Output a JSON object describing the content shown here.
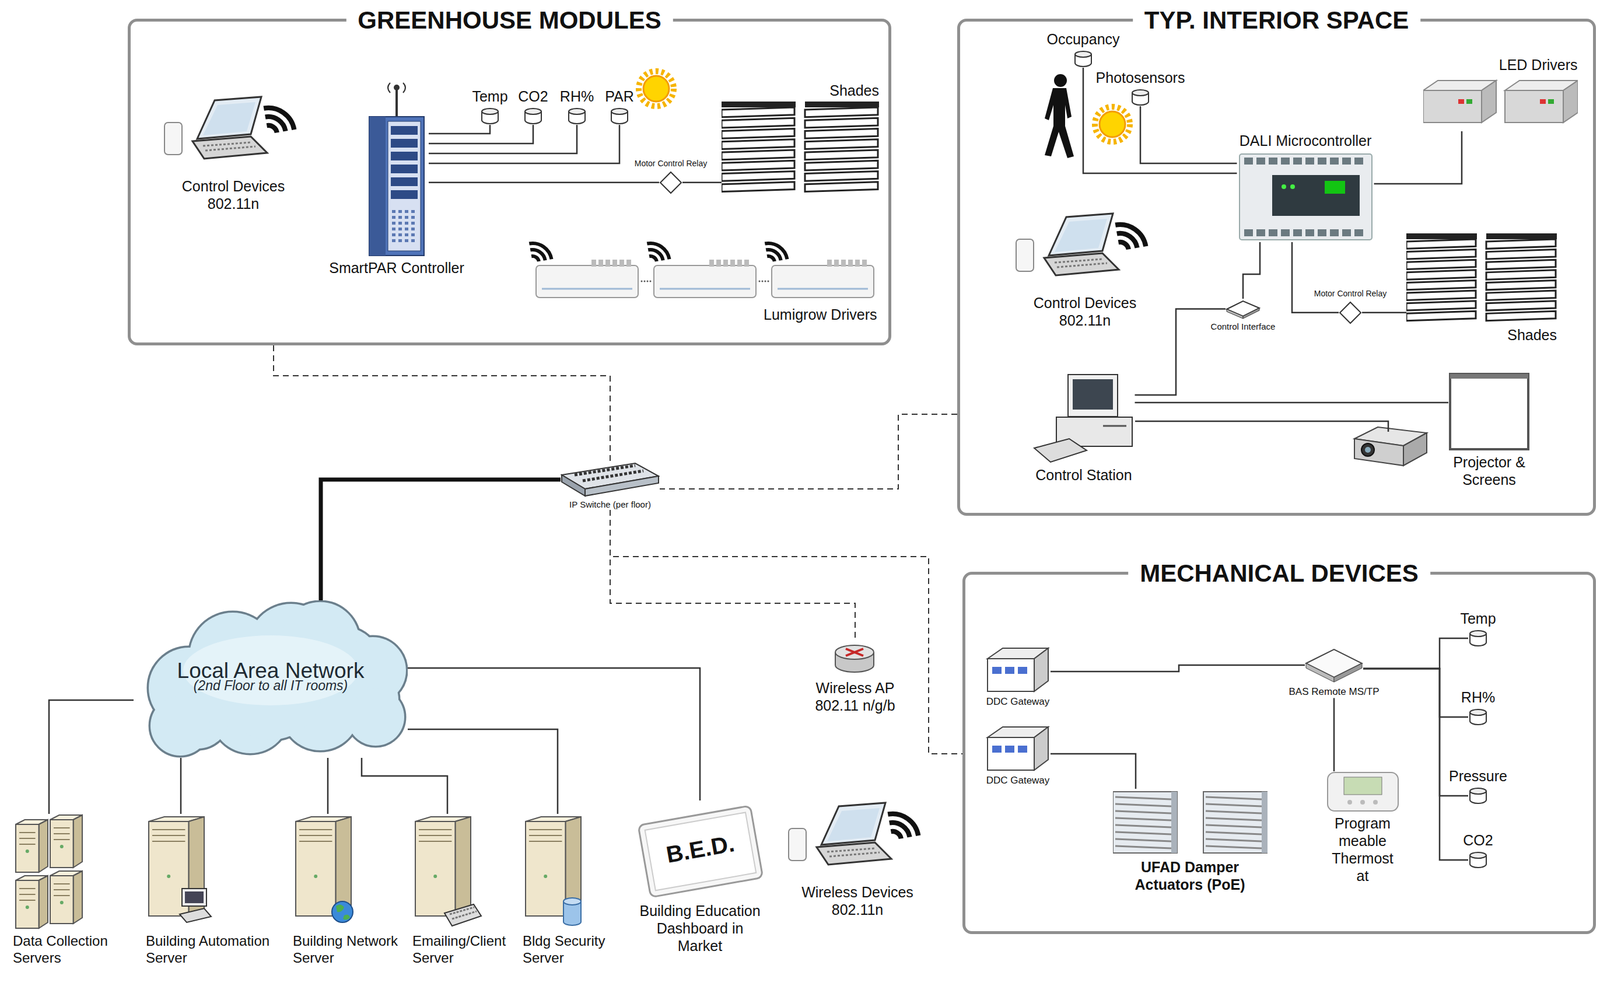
{
  "diagram": {
    "nodes": [
      {
        "text": [
          "GREENHOUSE MODULES"
        ]
      },
      {
        "text": [
          "Control Devices",
          "802.11n"
        ],
        "in": 0
      },
      {
        "text": [
          "SmartPAR Controller"
        ],
        "in": 0
      },
      {
        "text": [
          "Temp"
        ],
        "in": 0
      },
      {
        "text": [
          "CO2"
        ],
        "in": 0
      },
      {
        "text": [
          "RH%"
        ],
        "in": 0
      },
      {
        "text": [
          "PAR"
        ],
        "in": 0
      },
      {
        "text": [
          "Shades"
        ],
        "in": 0
      },
      {
        "text": [
          "Lumigrow Drivers"
        ],
        "in": 0
      },
      {
        "text": [
          "Motor Control Relay"
        ],
        "in": 0
      },
      {
        "text": [
          "TYP. INTERIOR SPACE"
        ]
      },
      {
        "text": [
          "Occupancy"
        ],
        "in": 10
      },
      {
        "text": [
          "Photosensors"
        ],
        "in": 10
      },
      {
        "text": [
          "LED Drivers"
        ],
        "in": 10
      },
      {
        "text": [
          "DALI Microcontroller"
        ],
        "in": 10
      },
      {
        "text": [
          "Control Devices",
          "802.11n"
        ],
        "in": 10
      },
      {
        "text": [
          "Control Interface"
        ],
        "in": 10
      },
      {
        "text": [
          "Motor Control Relay"
        ],
        "in": 10
      },
      {
        "text": [
          "Shades"
        ],
        "in": 10
      },
      {
        "text": [
          "Control Station"
        ],
        "in": 10
      },
      {
        "text": [
          "Projector & Screens"
        ],
        "in": 10
      },
      {
        "text": [
          "IP Switche (per floor)"
        ]
      },
      {
        "text": [
          "MECHANICAL DEVICES"
        ]
      },
      {
        "text": [
          "DDC Gateway"
        ],
        "in": 22
      },
      {
        "text": [
          "DDC Gateway"
        ],
        "in": 22
      },
      {
        "text": [
          "BAS Remote MS/TP"
        ],
        "in": 22
      },
      {
        "text": [
          "UFAD Damper Actuators (PoE)"
        ],
        "in": 22
      },
      {
        "text": [
          "Program meable Thermost at"
        ],
        "in": 22
      },
      {
        "text": [
          "Temp"
        ],
        "in": 22
      },
      {
        "text": [
          "RH%"
        ],
        "in": 22
      },
      {
        "text": [
          "Pressure"
        ],
        "in": 22
      },
      {
        "text": [
          "CO2"
        ],
        "in": 22
      },
      {
        "text": [
          "Local Area Network",
          "(2nd Floor to all IT rooms)"
        ]
      },
      {
        "text": [
          "Wireless AP",
          "802.11 n/g/b"
        ]
      },
      {
        "text": [
          "Data Collection Servers"
        ]
      },
      {
        "text": [
          "Building Automation Server"
        ]
      },
      {
        "text": [
          "Building Network Server"
        ]
      },
      {
        "text": [
          "Emailing/Client Server"
        ]
      },
      {
        "text": [
          "Bldg Security Server"
        ]
      },
      {
        "text": [
          "B.E.D.",
          "Building Education Dashboard in Market"
        ]
      },
      {
        "text": [
          "Wireless Devices",
          "802.11n"
        ]
      }
    ],
    "edges": [
      {
        "from": 2,
        "to": 3,
        "arrow": "none"
      },
      {
        "from": 2,
        "to": 4,
        "arrow": "none"
      },
      {
        "from": 2,
        "to": 5,
        "arrow": "none"
      },
      {
        "from": 2,
        "to": 6,
        "arrow": "none"
      },
      {
        "from": 2,
        "to": 9,
        "arrow": "none"
      },
      {
        "from": 9,
        "to": 7,
        "arrow": "none"
      },
      {
        "from": 11,
        "to": 14,
        "arrow": "none"
      },
      {
        "from": 12,
        "to": 14,
        "arrow": "none"
      },
      {
        "from": 14,
        "to": 13,
        "arrow": "none"
      },
      {
        "from": 14,
        "to": 16,
        "arrow": "none"
      },
      {
        "from": 14,
        "to": 17,
        "arrow": "none"
      },
      {
        "from": 17,
        "to": 18,
        "arrow": "none"
      },
      {
        "from": 16,
        "to": 19,
        "arrow": "none"
      },
      {
        "from": 19,
        "to": 20,
        "arrow": "none"
      },
      {
        "from": 23,
        "to": 25,
        "arrow": "none"
      },
      {
        "from": 24,
        "to": 26,
        "arrow": "none"
      },
      {
        "from": 25,
        "to": 27,
        "arrow": "none"
      },
      {
        "from": 25,
        "to": 28,
        "arrow": "none"
      },
      {
        "from": 25,
        "to": 29,
        "arrow": "none"
      },
      {
        "from": 25,
        "to": 30,
        "arrow": "none"
      },
      {
        "from": 25,
        "to": 31,
        "arrow": "none"
      },
      {
        "from": 32,
        "to": 21,
        "arrow": "none"
      },
      {
        "from": 0,
        "to": 21,
        "arrow": "none"
      },
      {
        "from": 10,
        "to": 21,
        "arrow": "none"
      },
      {
        "from": 21,
        "to": 33,
        "arrow": "none"
      },
      {
        "from": 21,
        "to": 22,
        "arrow": "none"
      },
      {
        "from": 32,
        "to": 34,
        "arrow": "none"
      },
      {
        "from": 32,
        "to": 35,
        "arrow": "none"
      },
      {
        "from": 32,
        "to": 36,
        "arrow": "none"
      },
      {
        "from": 32,
        "to": 37,
        "arrow": "none"
      },
      {
        "from": 32,
        "to": 38,
        "arrow": "none"
      },
      {
        "from": 32,
        "to": 39,
        "arrow": "none"
      }
    ]
  }
}
